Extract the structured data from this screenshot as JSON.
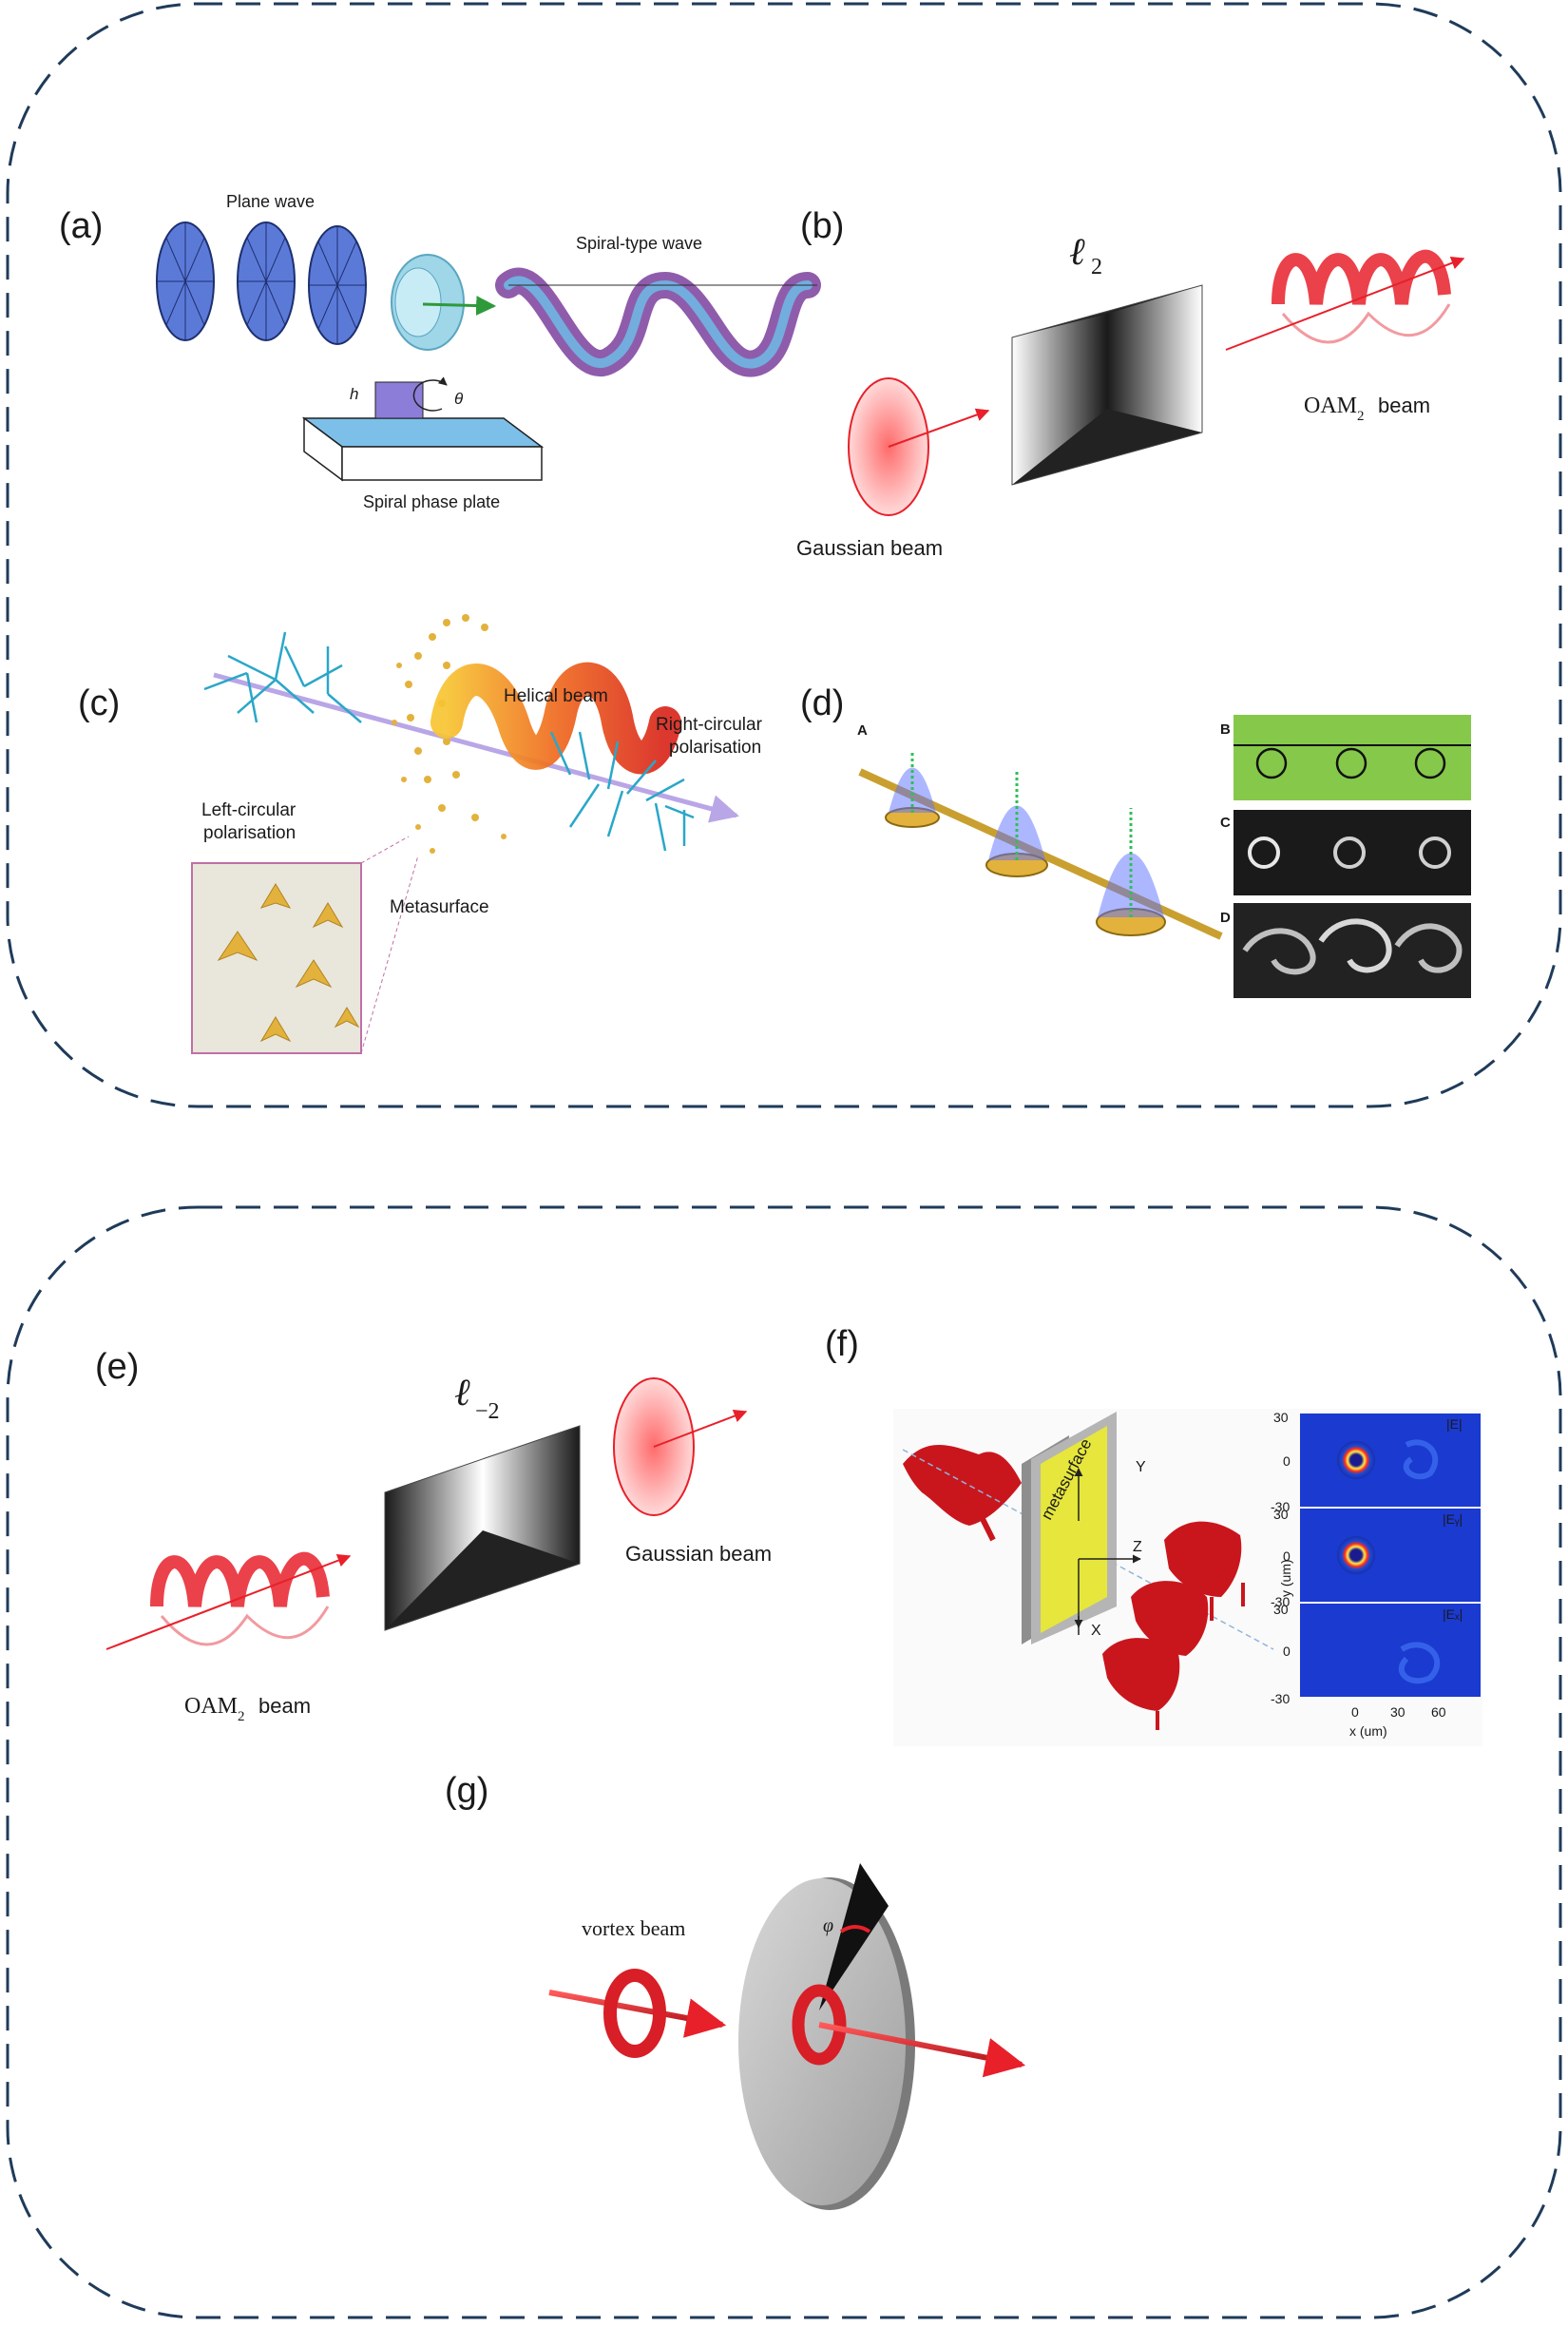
{
  "colors": {
    "frame": "#1f3b5a",
    "beam_red": "#e8202a",
    "wave_blue": "#4f6fd6",
    "cyan_arrows": "#2aa7c9",
    "gold": "#e3b23c",
    "mask_green": "#86c84a"
  },
  "panels": {
    "a": {
      "label": "(a)",
      "plane_wave": "Plane wave",
      "spiral_wave": "Spiral-type wave",
      "plate": "Spiral phase plate",
      "h_symbol": "h",
      "theta_symbol": "θ"
    },
    "b": {
      "label": "(b)",
      "ell": "ℓ",
      "ell_sub": "2",
      "gaussian": "Gaussian beam",
      "oam_main": "OAM",
      "oam_sub": "2",
      "oam_tail": "beam"
    },
    "c": {
      "label": "(c)",
      "helical": "Helical beam",
      "right_line1": "Right-circular",
      "right_line2": "polarisation",
      "left_line1": "Left-circular",
      "left_line2": "polarisation",
      "metasurface": "Metasurface"
    },
    "d": {
      "label": "(d)",
      "sub_a": "A",
      "sub_b": "B",
      "sub_c": "C",
      "sub_d": "D"
    },
    "e": {
      "label": "(e)",
      "ell": "ℓ",
      "ell_sub": "−2",
      "gaussian": "Gaussian beam",
      "oam_main": "OAM",
      "oam_sub": "2",
      "oam_tail": "beam"
    },
    "f": {
      "label": "(f)",
      "metasurface": "metasurface",
      "axis_y": "Y",
      "axis_z": "Z",
      "axis_x": "X",
      "field_e": "|E|",
      "field_ey": "|Eᵧ|",
      "field_ex": "|Eₓ|",
      "y_ticks": [
        "30",
        "0",
        "-30"
      ],
      "x_ticks": [
        "0",
        "30",
        "60"
      ],
      "ylabel": "y (um)",
      "xlabel": "x (um)"
    },
    "g": {
      "label": "(g)",
      "vortex": "vortex beam",
      "phi": "φ"
    }
  }
}
